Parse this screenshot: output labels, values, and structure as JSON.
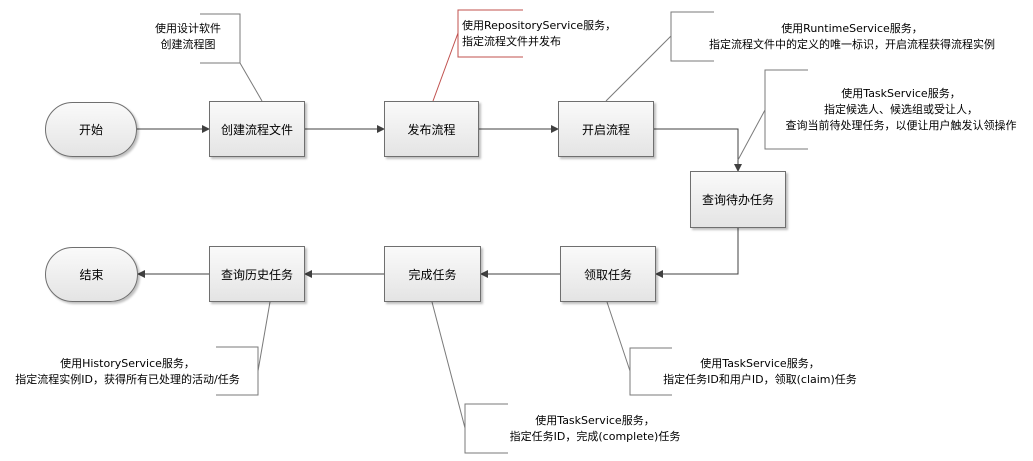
{
  "nodes": {
    "start": "开始",
    "create_file": "创建流程文件",
    "publish": "发布流程",
    "start_process": "开启流程",
    "query_pending": "查询待办任务",
    "claim": "领取任务",
    "complete": "完成任务",
    "query_history": "查询历史任务",
    "end": "结束"
  },
  "notes": {
    "design_tool": [
      "使用设计软件",
      "创建流程图"
    ],
    "repository": [
      "使用RepositoryService服务，",
      "指定流程文件并发布"
    ],
    "runtime": [
      "使用RuntimeService服务，",
      "指定流程文件中的定义的唯一标识，开启流程获得流程实例"
    ],
    "task_query": [
      "使用TaskService服务，",
      "指定候选人、候选组或受让人，",
      "查询当前待处理任务，以便让用户触发认领操作"
    ],
    "task_claim": [
      "使用TaskService服务，",
      "指定任务ID和用户ID，领取(claim)任务"
    ],
    "task_complete": [
      "使用TaskService服务，",
      "指定任务ID，完成(complete)任务"
    ],
    "history": [
      "使用HistoryService服务，",
      "指定流程实例ID，获得所有已处理的活动/任务"
    ]
  },
  "colors": {
    "node_border": "#6f6f6f",
    "connector": "#404040",
    "note_bracket": "#7a7a7a",
    "highlight_bracket": "#c0504d"
  }
}
